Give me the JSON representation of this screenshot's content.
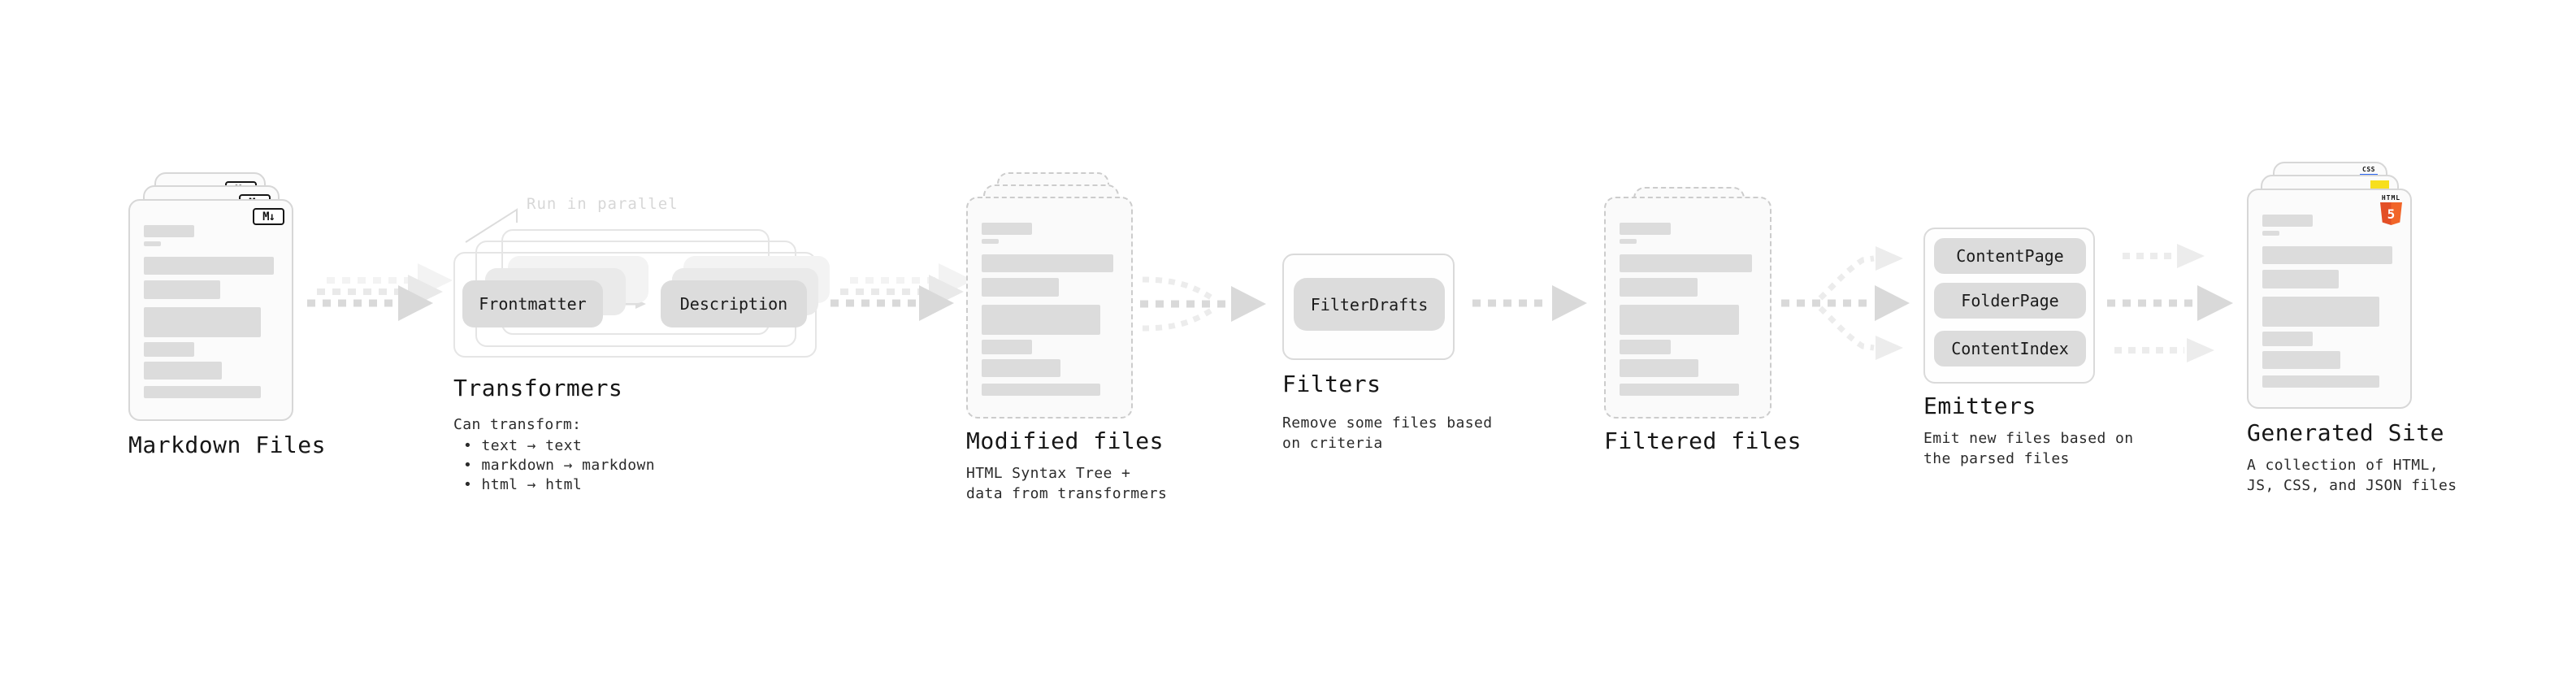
{
  "stages": {
    "markdown": {
      "title": "Markdown Files",
      "icon": "M↓"
    },
    "transformers": {
      "title": "Transformers",
      "annotation": "Run in parallel",
      "box_from": "Frontmatter",
      "box_to": "Description",
      "desc_heading": "Can transform:",
      "bullets": [
        "• text → text",
        "• markdown → markdown",
        "• html → html"
      ]
    },
    "modified": {
      "title": "Modified files",
      "desc_line1": "HTML Syntax Tree +",
      "desc_line2": "data from transformers"
    },
    "filters": {
      "title": "Filters",
      "box": "FilterDrafts",
      "desc_line1": "Remove some files based",
      "desc_line2": "on criteria"
    },
    "filtered": {
      "title": "Filtered files"
    },
    "emitters": {
      "title": "Emitters",
      "boxes": [
        "ContentPage",
        "FolderPage",
        "ContentIndex"
      ],
      "desc_line1": "Emit new files based on",
      "desc_line2": "the parsed files"
    },
    "generated": {
      "title": "Generated Site",
      "desc_line1": "A collection of HTML,",
      "desc_line2": "JS, CSS, and JSON files",
      "html_badge_label": "HTML",
      "html_badge_number": "5",
      "css_badge_label": "CSS"
    }
  },
  "icons": {
    "markdown_icon": "M↓",
    "html5_icon": "HTML5 shield",
    "js_icon": "JavaScript yellow square",
    "css_icon": "CSS blue bar"
  },
  "colors": {
    "html5_orange": "#e34f26",
    "js_yellow": "#f7df1e",
    "css_blue": "#2965f1",
    "arrow_gray": "#d9d9d9",
    "text": "#161616"
  }
}
